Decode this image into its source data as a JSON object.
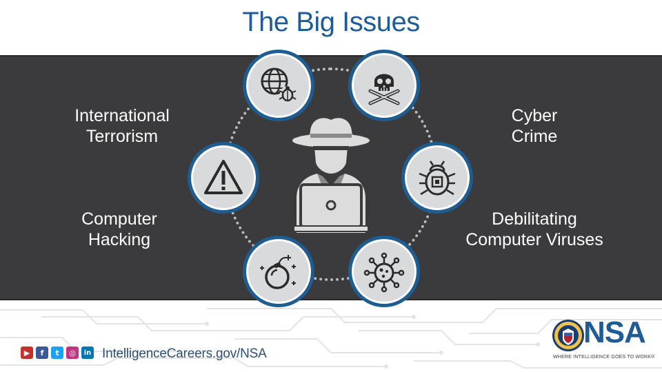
{
  "title": "The Big Issues",
  "labels": {
    "top_left": [
      "International",
      "Terrorism"
    ],
    "top_right": [
      "Cyber",
      "Crime"
    ],
    "bottom_left": [
      "Computer",
      "Hacking"
    ],
    "bottom_right": [
      "Debilitating",
      "Computer Viruses"
    ]
  },
  "icons": [
    "globe-bug-icon",
    "skull-crossbones-icon",
    "warning-icon",
    "virus-chip-icon",
    "bomb-icon",
    "virus-icon",
    "hacker-laptop-icon"
  ],
  "footer": {
    "website": "IntelligenceCareers.gov/NSA",
    "social": [
      "youtube-icon",
      "facebook-icon",
      "twitter-icon",
      "instagram-icon",
      "linkedin-icon"
    ],
    "logo": "NSA",
    "tagline": "WHERE INTELLIGENCE GOES TO WORK®"
  },
  "colors": {
    "title": "#1f5c96",
    "band": "#3b3b3d",
    "node_border": "#1e5d92",
    "node_fill": "#d8dadc"
  }
}
